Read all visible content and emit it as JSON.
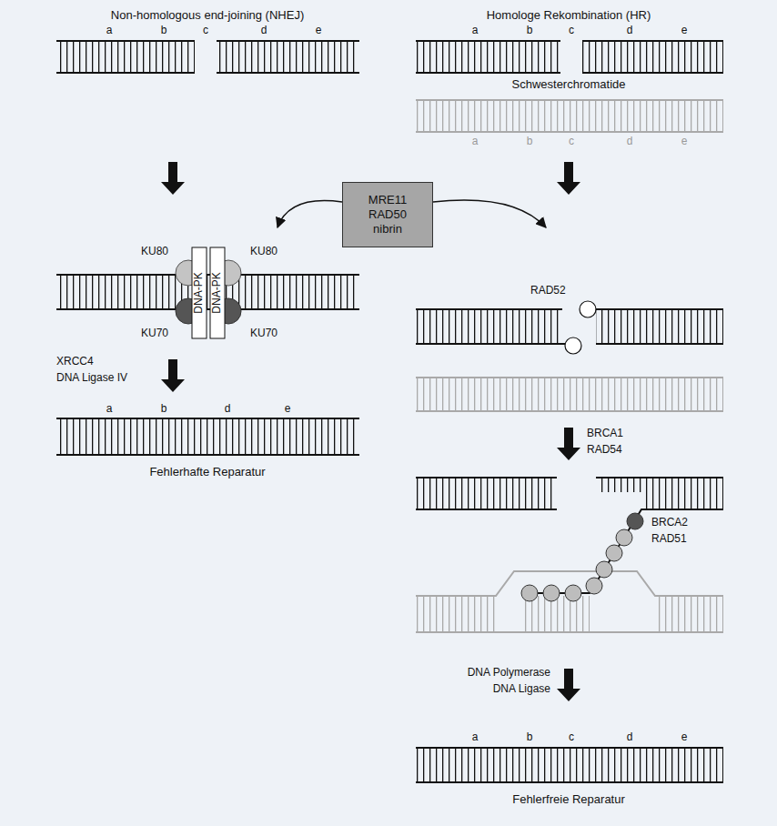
{
  "diagram": {
    "nodes": [
      {
        "text": [
          "MRE11 RAD50 nibrin"
        ]
      }
    ],
    "labels": [
      "Non-homologous end-joining (NHEJ)",
      "Homologe Rekombination (HR)",
      "a",
      "b",
      "c",
      "d",
      "e",
      "a",
      "b",
      "c",
      "d",
      "e",
      "Schwesterchromatide",
      "a",
      "b",
      "c",
      "d",
      "e",
      "KU80",
      "KU80",
      "DNA-PK",
      "DNA-PK",
      "KU70",
      "KU70",
      "RAD52",
      "XRCC4",
      "DNA Ligase IV",
      "a",
      "b",
      "d",
      "e",
      "Fehlerhafte Reparatur",
      "BRCA1",
      "RAD54",
      "BRCA2",
      "RAD51",
      "DNA Polymerase",
      "DNA Ligase",
      "a",
      "b",
      "c",
      "d",
      "e",
      "Fehlerfreie Reparatur"
    ]
  }
}
